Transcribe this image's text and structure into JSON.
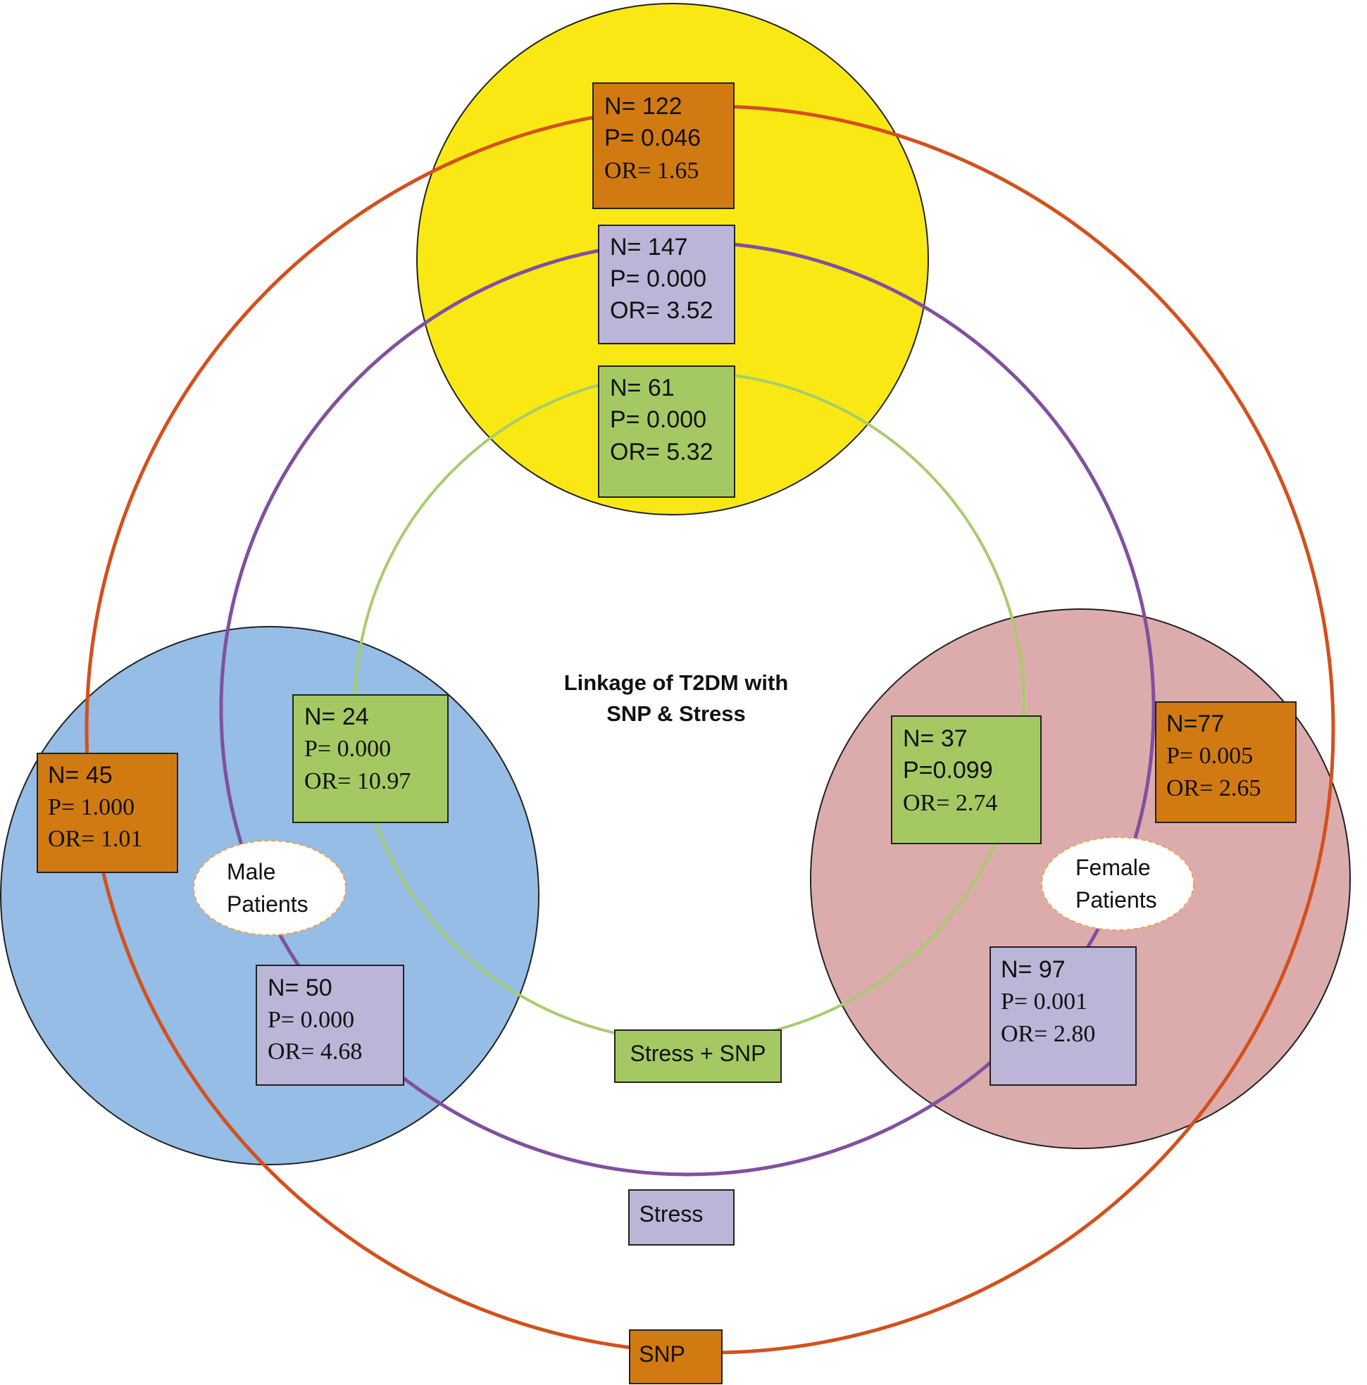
{
  "title": {
    "line1": "Linkage of T2DM with",
    "line2": "SNP & Stress"
  },
  "circles": {
    "top_group": {
      "color": "#f9e814"
    },
    "male": {
      "color": "#95bde5",
      "label_line1": "Male",
      "label_line2": "Patients"
    },
    "female": {
      "color": "#dcacad",
      "label_line1": "Female",
      "label_line2": "Patients"
    },
    "snp_ring": {
      "color": "#d4501c",
      "label": "SNP"
    },
    "stress_ring": {
      "color": "#8050a0",
      "label": "Stress"
    },
    "stress_snp_ring": {
      "color": "#a8cc6c",
      "label": "Stress + SNP"
    }
  },
  "colors": {
    "orange_box": "#d17a12",
    "purple_box": "#bbb5d7",
    "green_box": "#a4c963"
  },
  "stat_boxes": {
    "top_snp": {
      "n": "N= 122",
      "p": "P= 0.046",
      "or": "OR= 1.65"
    },
    "top_stress": {
      "n": "N= 147",
      "p": "P= 0.000",
      "or": "OR= 3.52"
    },
    "top_stress_snp": {
      "n": "N= 61",
      "p": "P= 0.000",
      "or": "OR= 5.32"
    },
    "male_snp": {
      "n": "N= 45",
      "p": "P= 1.000",
      "or": "OR= 1.01"
    },
    "male_stress_snp": {
      "n": "N= 24",
      "p": "P= 0.000",
      "or": "OR= 10.97"
    },
    "male_stress": {
      "n": "N= 50",
      "p": "P= 0.000",
      "or": "OR= 4.68"
    },
    "female_stress_snp": {
      "n": "N= 37",
      "p": "P=0.099",
      "or": "OR= 2.74"
    },
    "female_snp": {
      "n": "N=77",
      "p": "P= 0.005",
      "or": "OR= 2.65"
    },
    "female_stress": {
      "n": "N= 97",
      "p": "P= 0.001",
      "or": "OR= 2.80"
    }
  }
}
